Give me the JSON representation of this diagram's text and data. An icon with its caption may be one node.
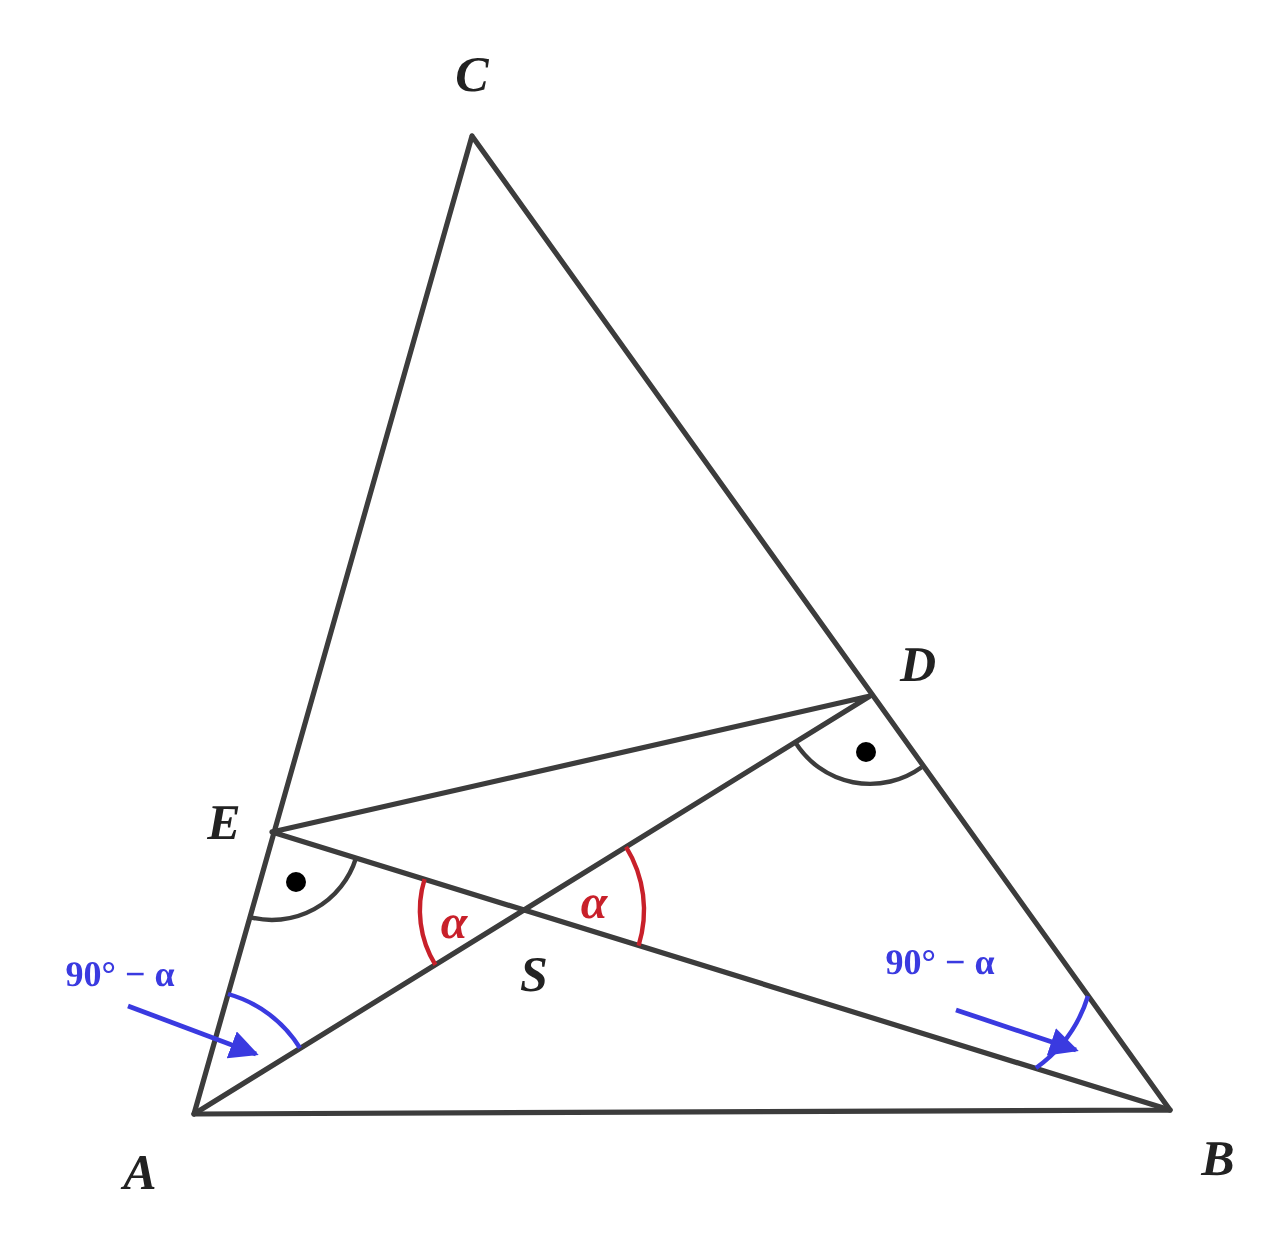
{
  "diagram": {
    "labels": [
      "C",
      "D",
      "E",
      "90° − α",
      "90° − α",
      "α",
      "α",
      "S",
      "A",
      "B"
    ]
  }
}
